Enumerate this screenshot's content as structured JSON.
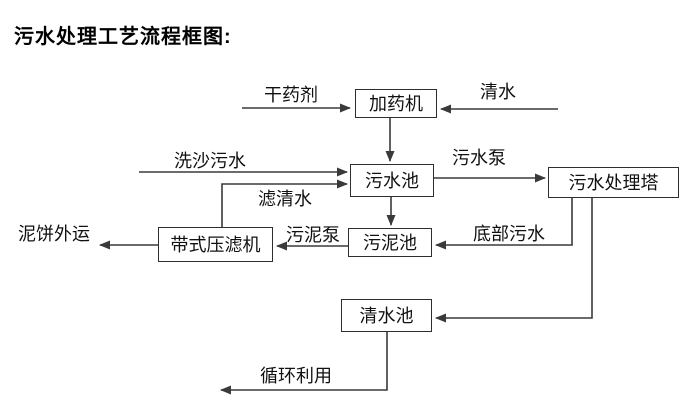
{
  "title": "污水处理工艺流程框图:",
  "nodes": {
    "dosing_machine": {
      "label": "加药机"
    },
    "sewage_pool": {
      "label": "污水池"
    },
    "treatment_tower": {
      "label": "污水处理塔"
    },
    "sludge_pool": {
      "label": "污泥池"
    },
    "belt_filter_press": {
      "label": "带式压滤机"
    },
    "clean_water_pool": {
      "label": "清水池"
    }
  },
  "edge_labels": {
    "dry_agent": "干药剂",
    "clean_water": "清水",
    "sand_washing_sewage": "洗沙污水",
    "filtered_water": "滤清水",
    "sewage_pump": "污水泵",
    "bottom_sewage": "底部污水",
    "sludge_pump": "污泥泵",
    "mud_cake_out": "泥饼外运",
    "recycle": "循环利用"
  },
  "edges": [
    {
      "label": "干药剂",
      "to": "加药机"
    },
    {
      "label": "清水",
      "to": "加药机"
    },
    {
      "from": "加药机",
      "to": "污水池"
    },
    {
      "label": "洗沙污水",
      "to": "污水池"
    },
    {
      "from": "带式压滤机",
      "label": "滤清水",
      "to": "污水池"
    },
    {
      "from": "污水池",
      "label": "污水泵",
      "to": "污水处理塔"
    },
    {
      "from": "污水池",
      "to": "污泥池"
    },
    {
      "from": "污水处理塔",
      "label": "底部污水",
      "to": "污泥池"
    },
    {
      "from": "污泥池",
      "label": "污泥泵",
      "to": "带式压滤机"
    },
    {
      "from": "带式压滤机",
      "label": "泥饼外运"
    },
    {
      "from": "污水处理塔",
      "to": "清水池"
    },
    {
      "from": "清水池",
      "label": "循环利用"
    }
  ],
  "colors": {
    "background": "#ffffff",
    "line": "#3a3a3a",
    "box_border": "#2e2e2e",
    "box_fill": "#ffffff",
    "text": "#111111"
  }
}
